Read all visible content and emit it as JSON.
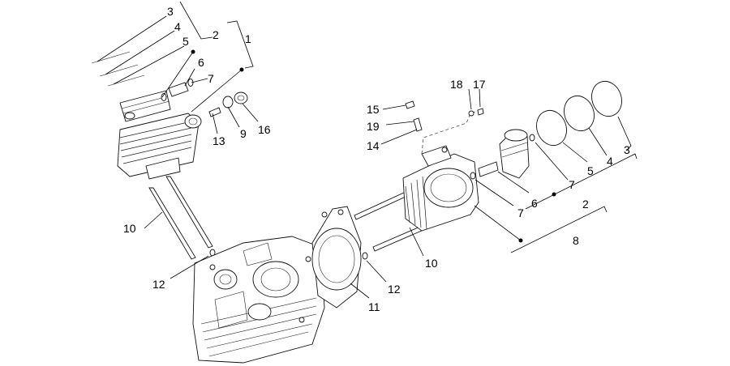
{
  "diagram": {
    "callouts": {
      "c_3_top": "3",
      "c_4_top": "4",
      "c_5_top": "5",
      "c_2_top": "2",
      "c_1_top": "1",
      "c_6_top": "6",
      "c_7_top": "7",
      "c_13": "13",
      "c_9": "9",
      "c_16": "16",
      "c_10_left": "10",
      "c_12_left": "12",
      "c_18": "18",
      "c_17": "17",
      "c_15": "15",
      "c_19": "19",
      "c_14": "14",
      "c_3_right": "3",
      "c_4_right": "4",
      "c_5_right": "5",
      "c_7_right_upper": "7",
      "c_6_right": "6",
      "c_7_right_lower": "7",
      "c_2_right": "2",
      "c_8": "8",
      "c_10_right": "10",
      "c_12_right": "12",
      "c_11": "11"
    }
  }
}
